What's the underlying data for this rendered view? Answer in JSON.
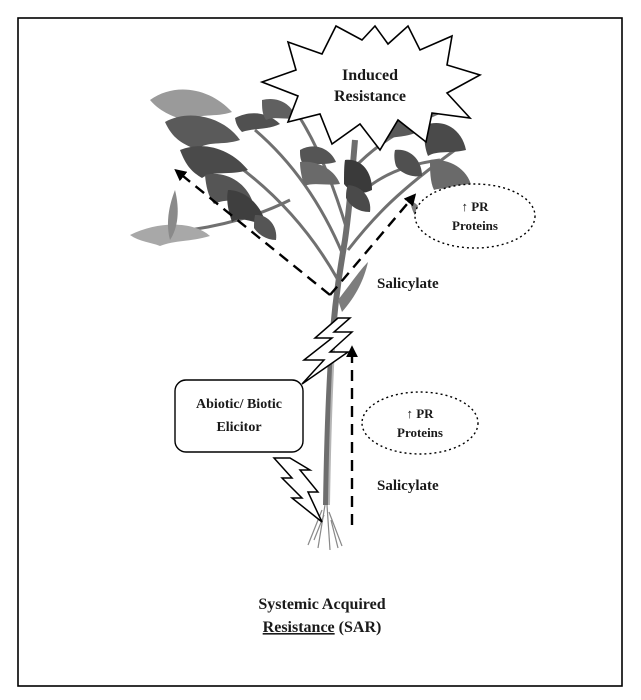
{
  "burst": {
    "line1": "Induced",
    "line2": "Resistance"
  },
  "pr_upper": {
    "line1": "↑ PR",
    "line2": "Proteins"
  },
  "pr_lower": {
    "line1": "↑ PR",
    "line2": "Proteins"
  },
  "salicylate_upper": "Salicylate",
  "salicylate_lower": "Salicylate",
  "elicitor": {
    "line1": "Abiotic/ Biotic",
    "line2": "Elicitor"
  },
  "caption": {
    "line1": "Systemic Acquired",
    "line2_underlined": "Resistance",
    "line2_rest": " (SAR)"
  },
  "colors": {
    "leaf_dark": "#4a4a4a",
    "leaf_light": "#9a9a9a",
    "stem": "#6e6e6e",
    "frame": "#000000"
  }
}
